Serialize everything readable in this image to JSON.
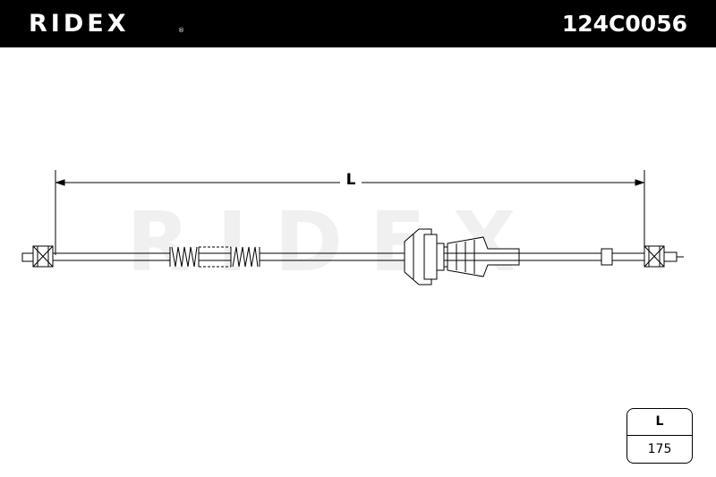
{
  "header": {
    "brand": "RIDEX",
    "registered": "®",
    "part_number": "124C0056",
    "background": "#000000",
    "text_color": "#ffffff"
  },
  "diagram": {
    "watermark": "RIDEX",
    "dimension_label": "L",
    "line_color": "#000000"
  },
  "dimension_table": {
    "header": "L",
    "value": "175"
  }
}
